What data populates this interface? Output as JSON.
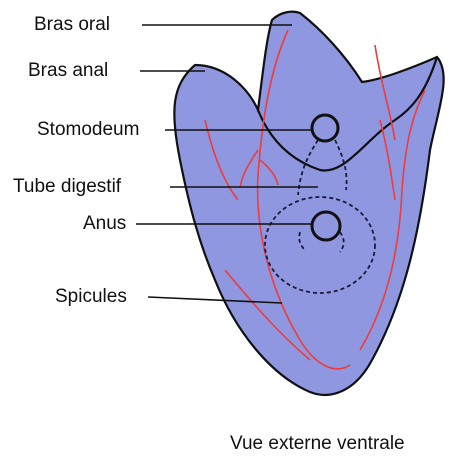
{
  "labels": {
    "bras_oral": "Bras oral",
    "bras_anal": "Bras anal",
    "stomodeum": "Stomodeum",
    "tube_digestif": "Tube digestif",
    "anus": "Anus",
    "spicules": "Spicules"
  },
  "caption": "Vue externe ventrale",
  "colors": {
    "body_fill": "#8f97e0",
    "outline": "#111111",
    "spicules": "#ee3b3b",
    "digestive": "#1a1a3a"
  }
}
